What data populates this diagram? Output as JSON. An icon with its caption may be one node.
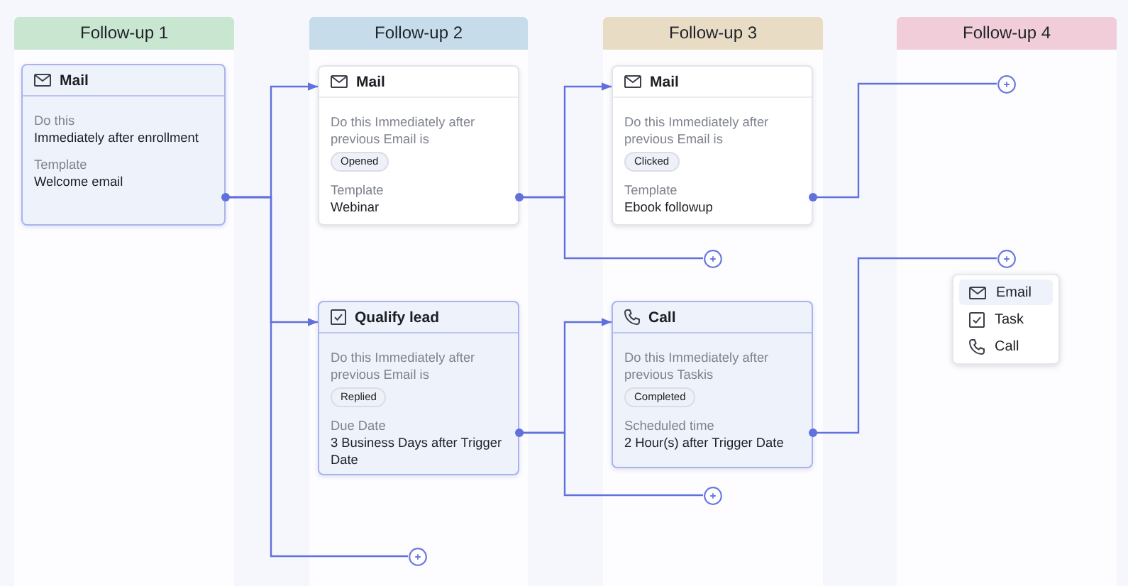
{
  "diagram": {
    "nodes": [
      {
        "text": [
          "Follow-up 1"
        ]
      },
      {
        "text": [
          "Mail",
          "Do this",
          "Immediately after enrollment",
          "Template",
          "Welcome email"
        ],
        "in": 0
      },
      {
        "text": [
          "Follow-up 2"
        ]
      },
      {
        "text": [
          "Mail",
          "Do this Immediately after previous Email is",
          "Opened",
          "Template",
          "Webinar"
        ],
        "in": 2
      },
      {
        "text": [
          "Qualify lead",
          "Do this Immediately after previous Email is",
          "Replied",
          "Due Date",
          "3 Business Days after Trigger Date"
        ],
        "in": 2
      },
      {
        "text": [],
        "shape": "circle",
        "in": 2
      },
      {
        "text": [
          "Follow-up 3"
        ]
      },
      {
        "text": [
          "Mail",
          "Do this Immediately after previous Email is",
          "Clicked",
          "Template",
          "Ebook followup"
        ],
        "in": 6
      },
      {
        "text": [],
        "shape": "circle",
        "in": 6
      },
      {
        "text": [
          "Call",
          "Do this Immediately after previous Taskis",
          "Completed",
          "Scheduled time",
          "2 Hour(s) after Trigger Date"
        ],
        "in": 6
      },
      {
        "text": [],
        "shape": "circle",
        "in": 6
      },
      {
        "text": [
          "Follow-up 4"
        ]
      },
      {
        "text": [],
        "shape": "circle",
        "in": 11
      },
      {
        "text": [],
        "shape": "circle",
        "in": 11
      },
      {
        "text": [
          "Email",
          "Task",
          "Call"
        ],
        "in": 11
      }
    ],
    "edges": [
      {
        "from": 1,
        "to": 3,
        "arrow": "to"
      },
      {
        "from": 1,
        "to": 4,
        "arrow": "to"
      },
      {
        "from": 1,
        "to": 5,
        "arrow": "other"
      },
      {
        "from": 3,
        "to": 7,
        "arrow": "to"
      },
      {
        "from": 3,
        "to": 8,
        "arrow": "other"
      },
      {
        "from": 4,
        "to": 9,
        "arrow": "to"
      },
      {
        "from": 4,
        "to": 10,
        "arrow": "other"
      },
      {
        "from": 7,
        "to": 12,
        "arrow": "other"
      },
      {
        "from": 9,
        "to": 13,
        "arrow": "other"
      }
    ]
  }
}
